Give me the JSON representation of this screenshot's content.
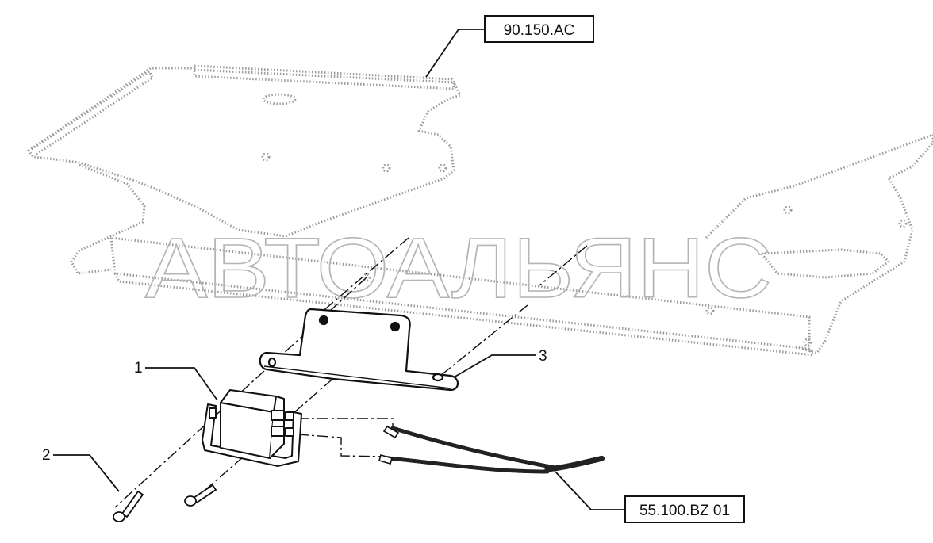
{
  "references": {
    "top": "90.150.AC",
    "bottom": "55.100.BZ 01"
  },
  "callouts": {
    "c1": "1",
    "c2": "2",
    "c3": "3"
  },
  "watermark": "АВТОАЛЬЯНС",
  "colors": {
    "line": "#111111",
    "ghost": "#9a9a9a",
    "watermark_stroke": "#b5b5b5"
  }
}
